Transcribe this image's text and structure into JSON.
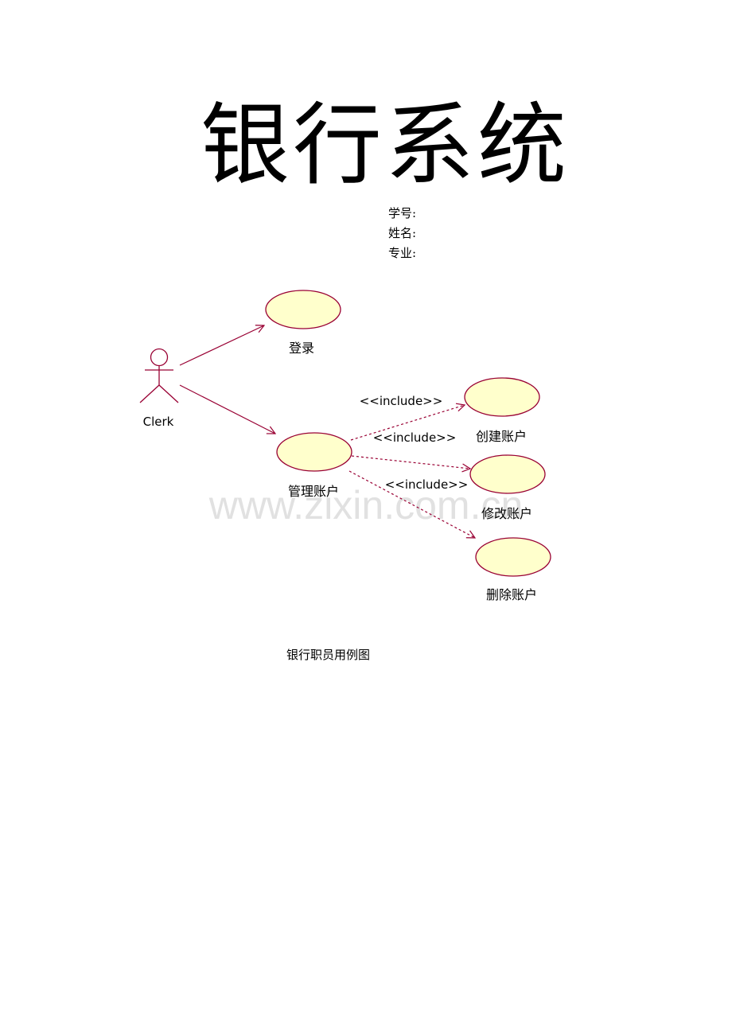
{
  "title": "银行系统",
  "info": {
    "student_id_label": "学号:",
    "name_label": "姓名:",
    "major_label": "专业:"
  },
  "diagram": {
    "actor": {
      "label": "Clerk"
    },
    "use_cases": {
      "login": "登录",
      "manage": "管理账户",
      "create": "创建账户",
      "modify": "修改账户",
      "delete": "删除账户"
    },
    "include_label": "<<include>>",
    "colors": {
      "ellipse_fill": "#ffffcc",
      "stroke": "#990033"
    }
  },
  "watermark": "www.zixin.com.cn",
  "caption": "银行职员用例图"
}
